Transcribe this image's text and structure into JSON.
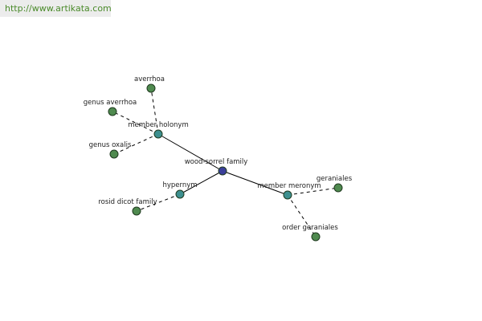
{
  "header": {
    "url": "http://www.artikata.com"
  },
  "colors": {
    "leaf": "#4f8a4f",
    "relation": "#3d8f8f",
    "center": "#3b3f9a"
  },
  "graph": {
    "nodes": [
      {
        "id": "center",
        "label": "wood-sorrel family",
        "kind": "center"
      },
      {
        "id": "holonym",
        "label": "member holonym",
        "kind": "relation"
      },
      {
        "id": "hypernym",
        "label": "hypernym",
        "kind": "relation"
      },
      {
        "id": "meronym",
        "label": "member meronym",
        "kind": "relation"
      },
      {
        "id": "averrhoa",
        "label": "averrhoa",
        "kind": "leaf"
      },
      {
        "id": "genus-averrhoa",
        "label": "genus averrhoa",
        "kind": "leaf"
      },
      {
        "id": "genus-oxalis",
        "label": "genus oxalis",
        "kind": "leaf"
      },
      {
        "id": "rosid",
        "label": "rosid dicot family",
        "kind": "leaf"
      },
      {
        "id": "geraniales",
        "label": "geraniales",
        "kind": "leaf"
      },
      {
        "id": "order-geraniales",
        "label": "order geraniales",
        "kind": "leaf"
      }
    ],
    "edges": [
      {
        "from": "center",
        "to": "holonym",
        "style": "solid"
      },
      {
        "from": "center",
        "to": "hypernym",
        "style": "solid"
      },
      {
        "from": "center",
        "to": "meronym",
        "style": "solid"
      },
      {
        "from": "holonym",
        "to": "averrhoa",
        "style": "dashed"
      },
      {
        "from": "holonym",
        "to": "genus-averrhoa",
        "style": "dashed"
      },
      {
        "from": "holonym",
        "to": "genus-oxalis",
        "style": "dashed"
      },
      {
        "from": "hypernym",
        "to": "rosid",
        "style": "dashed"
      },
      {
        "from": "meronym",
        "to": "geraniales",
        "style": "dashed"
      },
      {
        "from": "meronym",
        "to": "order-geraniales",
        "style": "dashed"
      }
    ]
  }
}
